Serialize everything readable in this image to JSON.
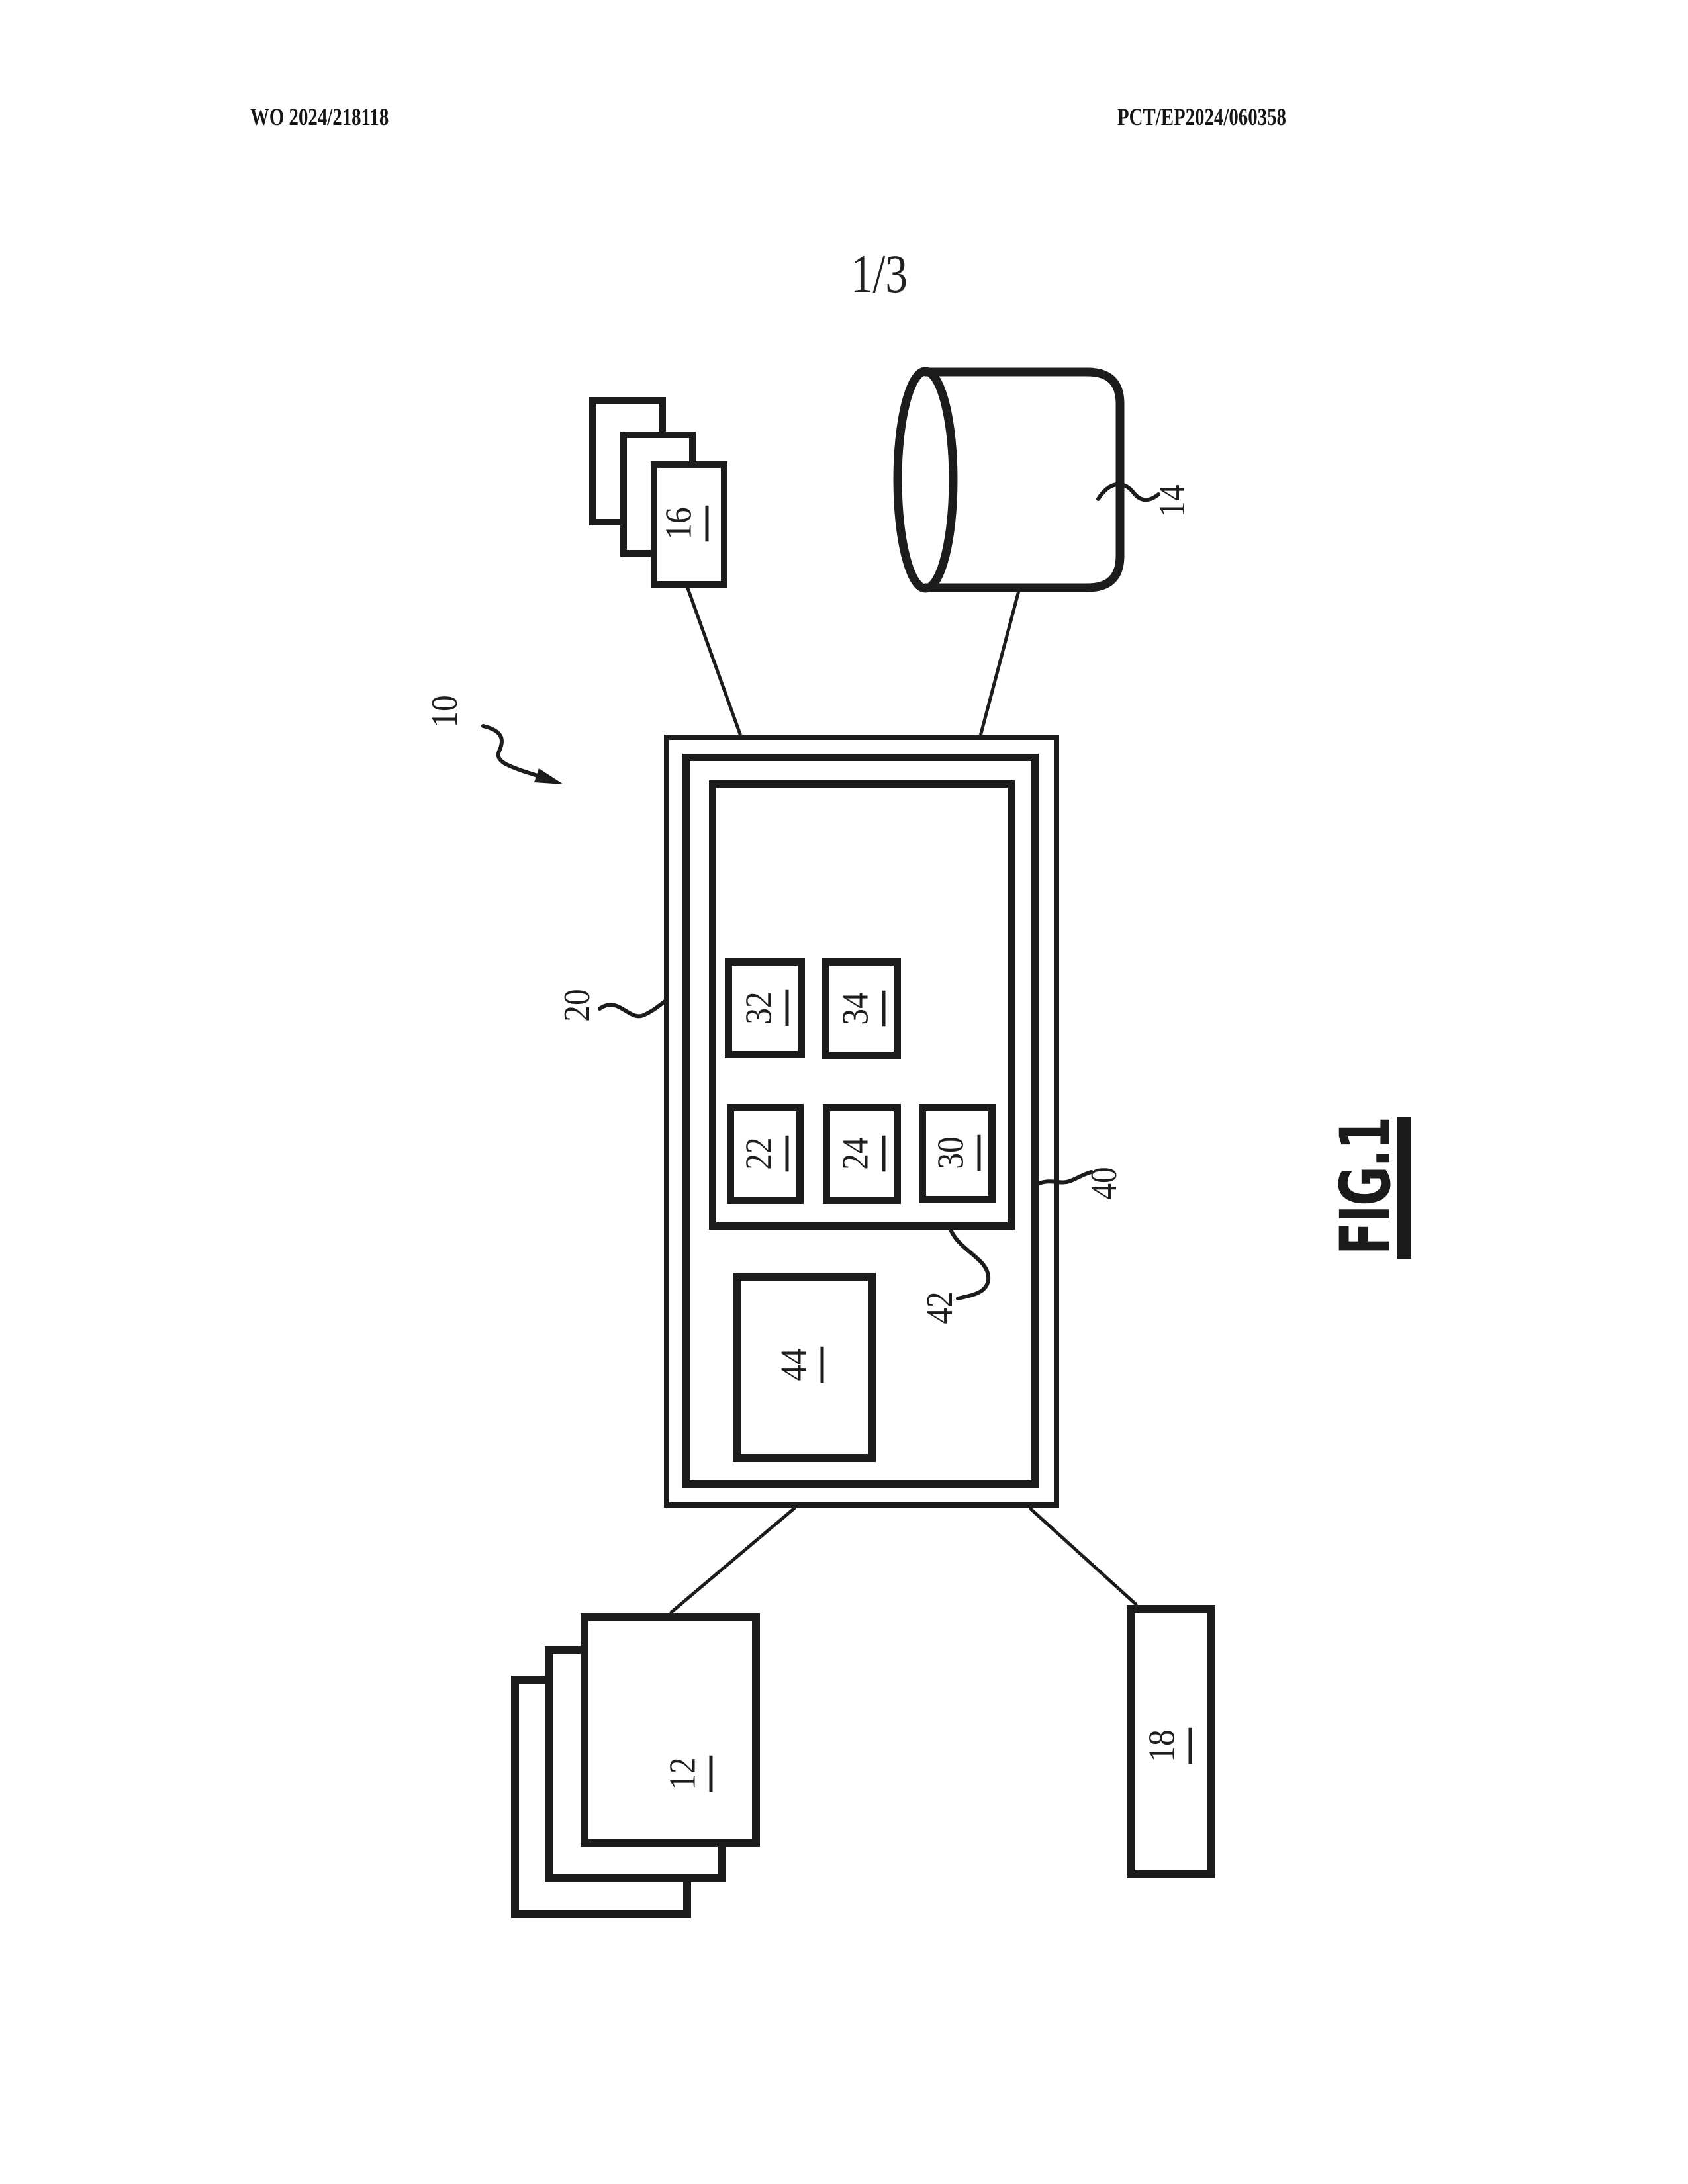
{
  "page": {
    "header_left": "WO 2024/218118",
    "header_right": "PCT/EP2024/060358",
    "sheet_index": "1/3"
  },
  "figure": {
    "caption": "FIG.1",
    "refs": {
      "system": "10",
      "document_stack": "12",
      "database": "14",
      "image_stack": "16",
      "output_device": "18",
      "processing_system": "20",
      "unit_22": "22",
      "unit_24": "24",
      "unit_30": "30",
      "unit_32": "32",
      "unit_34": "34",
      "computing_unit": "40",
      "module_group": "42",
      "memory": "44"
    }
  }
}
